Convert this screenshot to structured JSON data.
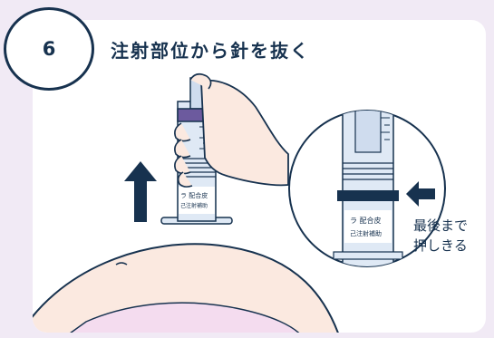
{
  "step": {
    "number": "6",
    "title": "注射部位から針を抜く"
  },
  "syringe_label": {
    "line1": "ラ 配合皮",
    "line2": "己注射補助"
  },
  "zoom_label": {
    "line1": "ラ 配合皮",
    "line2": "己注射補助"
  },
  "instruction": {
    "line1": "最後まで",
    "line2": "押しきる"
  },
  "colors": {
    "navy": "#17324f",
    "page_bg": "#f1eaf5",
    "card_bg": "#ffffff",
    "skin": "#fbe9e0",
    "plunger_purple": "#6c5a9e",
    "barrel_blue": "#dfe9f5"
  }
}
